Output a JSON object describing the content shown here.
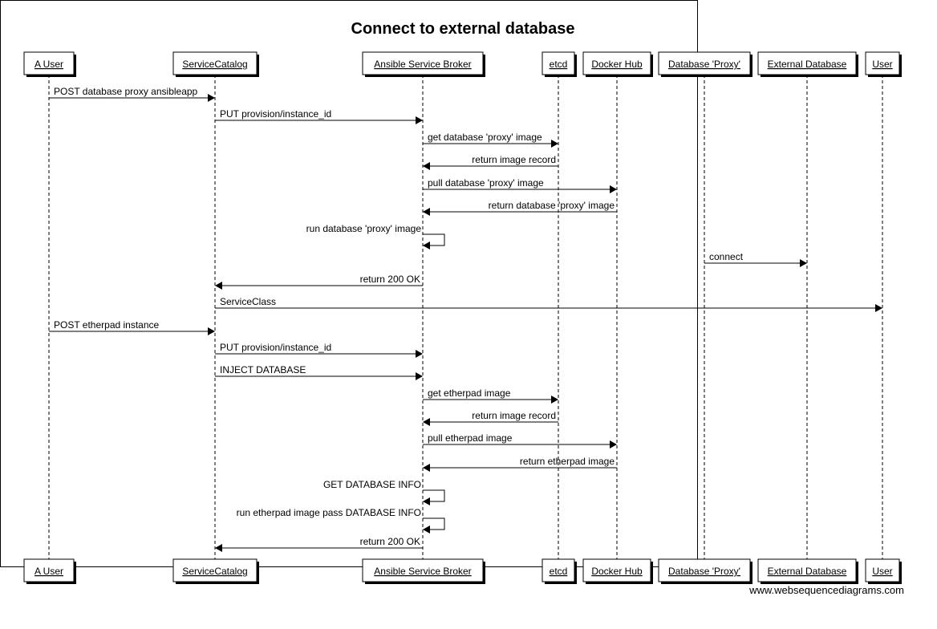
{
  "title": "Connect to external database",
  "watermark": "www.websequencediagrams.com",
  "colors": {
    "line": "#000000",
    "shadow": "#000000",
    "background": "#ffffff"
  },
  "participants": [
    {
      "id": "auser",
      "label": "A User"
    },
    {
      "id": "sc",
      "label": "ServiceCatalog"
    },
    {
      "id": "asb",
      "label": "Ansible Service Broker"
    },
    {
      "id": "etcd",
      "label": "etcd"
    },
    {
      "id": "dh",
      "label": "Docker Hub"
    },
    {
      "id": "dbp",
      "label": "Database 'Proxy'"
    },
    {
      "id": "ed",
      "label": "External Database"
    },
    {
      "id": "user",
      "label": "User"
    }
  ],
  "messages": [
    {
      "from": "auser",
      "to": "sc",
      "label": "POST database proxy ansibleapp"
    },
    {
      "from": "sc",
      "to": "asb",
      "label": "PUT provision/instance_id"
    },
    {
      "from": "asb",
      "to": "etcd",
      "label": "get database 'proxy' image"
    },
    {
      "from": "etcd",
      "to": "asb",
      "label": "return image record"
    },
    {
      "from": "asb",
      "to": "dh",
      "label": "pull database 'proxy' image"
    },
    {
      "from": "dh",
      "to": "asb",
      "label": "return database 'proxy' image"
    },
    {
      "from": "asb",
      "to": "asb",
      "label": "run database 'proxy' image"
    },
    {
      "from": "dbp",
      "to": "ed",
      "label": "connect"
    },
    {
      "from": "asb",
      "to": "sc",
      "label": "return 200 OK"
    },
    {
      "from": "sc",
      "to": "user",
      "label": "ServiceClass"
    },
    {
      "from": "auser",
      "to": "sc",
      "label": "POST etherpad instance"
    },
    {
      "from": "sc",
      "to": "asb",
      "label": "PUT provision/instance_id"
    },
    {
      "from": "sc",
      "to": "asb",
      "label": "INJECT DATABASE"
    },
    {
      "from": "asb",
      "to": "etcd",
      "label": "get etherpad image"
    },
    {
      "from": "etcd",
      "to": "asb",
      "label": "return image record"
    },
    {
      "from": "asb",
      "to": "dh",
      "label": "pull etherpad image"
    },
    {
      "from": "dh",
      "to": "asb",
      "label": "return etherpad image"
    },
    {
      "from": "asb",
      "to": "asb",
      "label": "GET DATABASE INFO"
    },
    {
      "from": "asb",
      "to": "asb",
      "label": "run etherpad image pass DATABASE INFO"
    },
    {
      "from": "asb",
      "to": "sc",
      "label": "return 200 OK"
    }
  ]
}
